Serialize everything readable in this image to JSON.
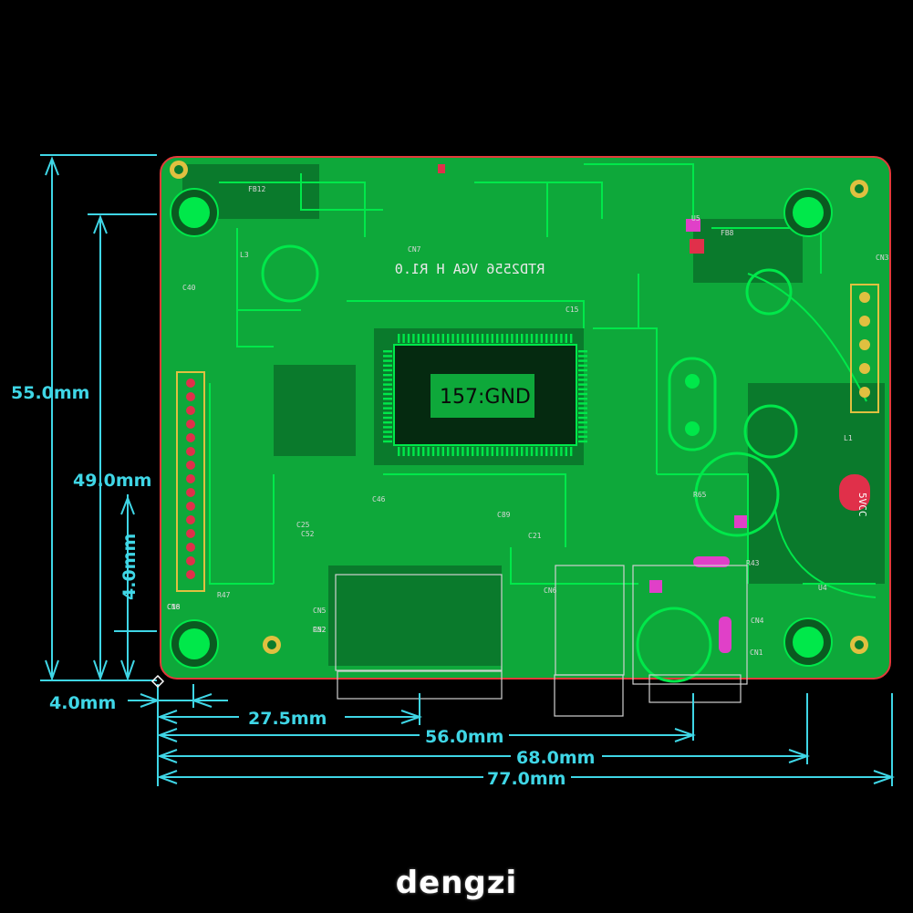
{
  "dimensions": {
    "height_outer": "55.0mm",
    "height_inner": "49.0mm",
    "height_small": "4.0mm",
    "left_offset": "4.0mm",
    "width_1": "27.5mm",
    "width_2": "56.0mm",
    "width_3": "68.0mm",
    "width_total": "77.0mm"
  },
  "board": {
    "chip_label": "157:GND",
    "revision_mark": "RTD2556 VGA H R1.0",
    "power_label": "5VCC",
    "silkscreen": [
      "CN8",
      "CN2",
      "CN5",
      "CN6",
      "CN4",
      "CN1",
      "CN3",
      "CN7",
      "L1",
      "L3",
      "U4",
      "U5",
      "FB8",
      "FB12",
      "C40",
      "C25",
      "C52",
      "R47",
      "R65",
      "R43",
      "C89",
      "C21",
      "C46",
      "C15",
      "C16",
      "R52"
    ]
  },
  "watermark": "dengzi",
  "colors": {
    "background": "#000000",
    "board_fill": "#0ea83a",
    "copper_dark": "#0a7a2c",
    "trace": "#00e84a",
    "outline": "#e23a3a",
    "dimension": "#3fd6e6",
    "pad_magenta": "#e040c8",
    "pad_red": "#e0304a"
  }
}
